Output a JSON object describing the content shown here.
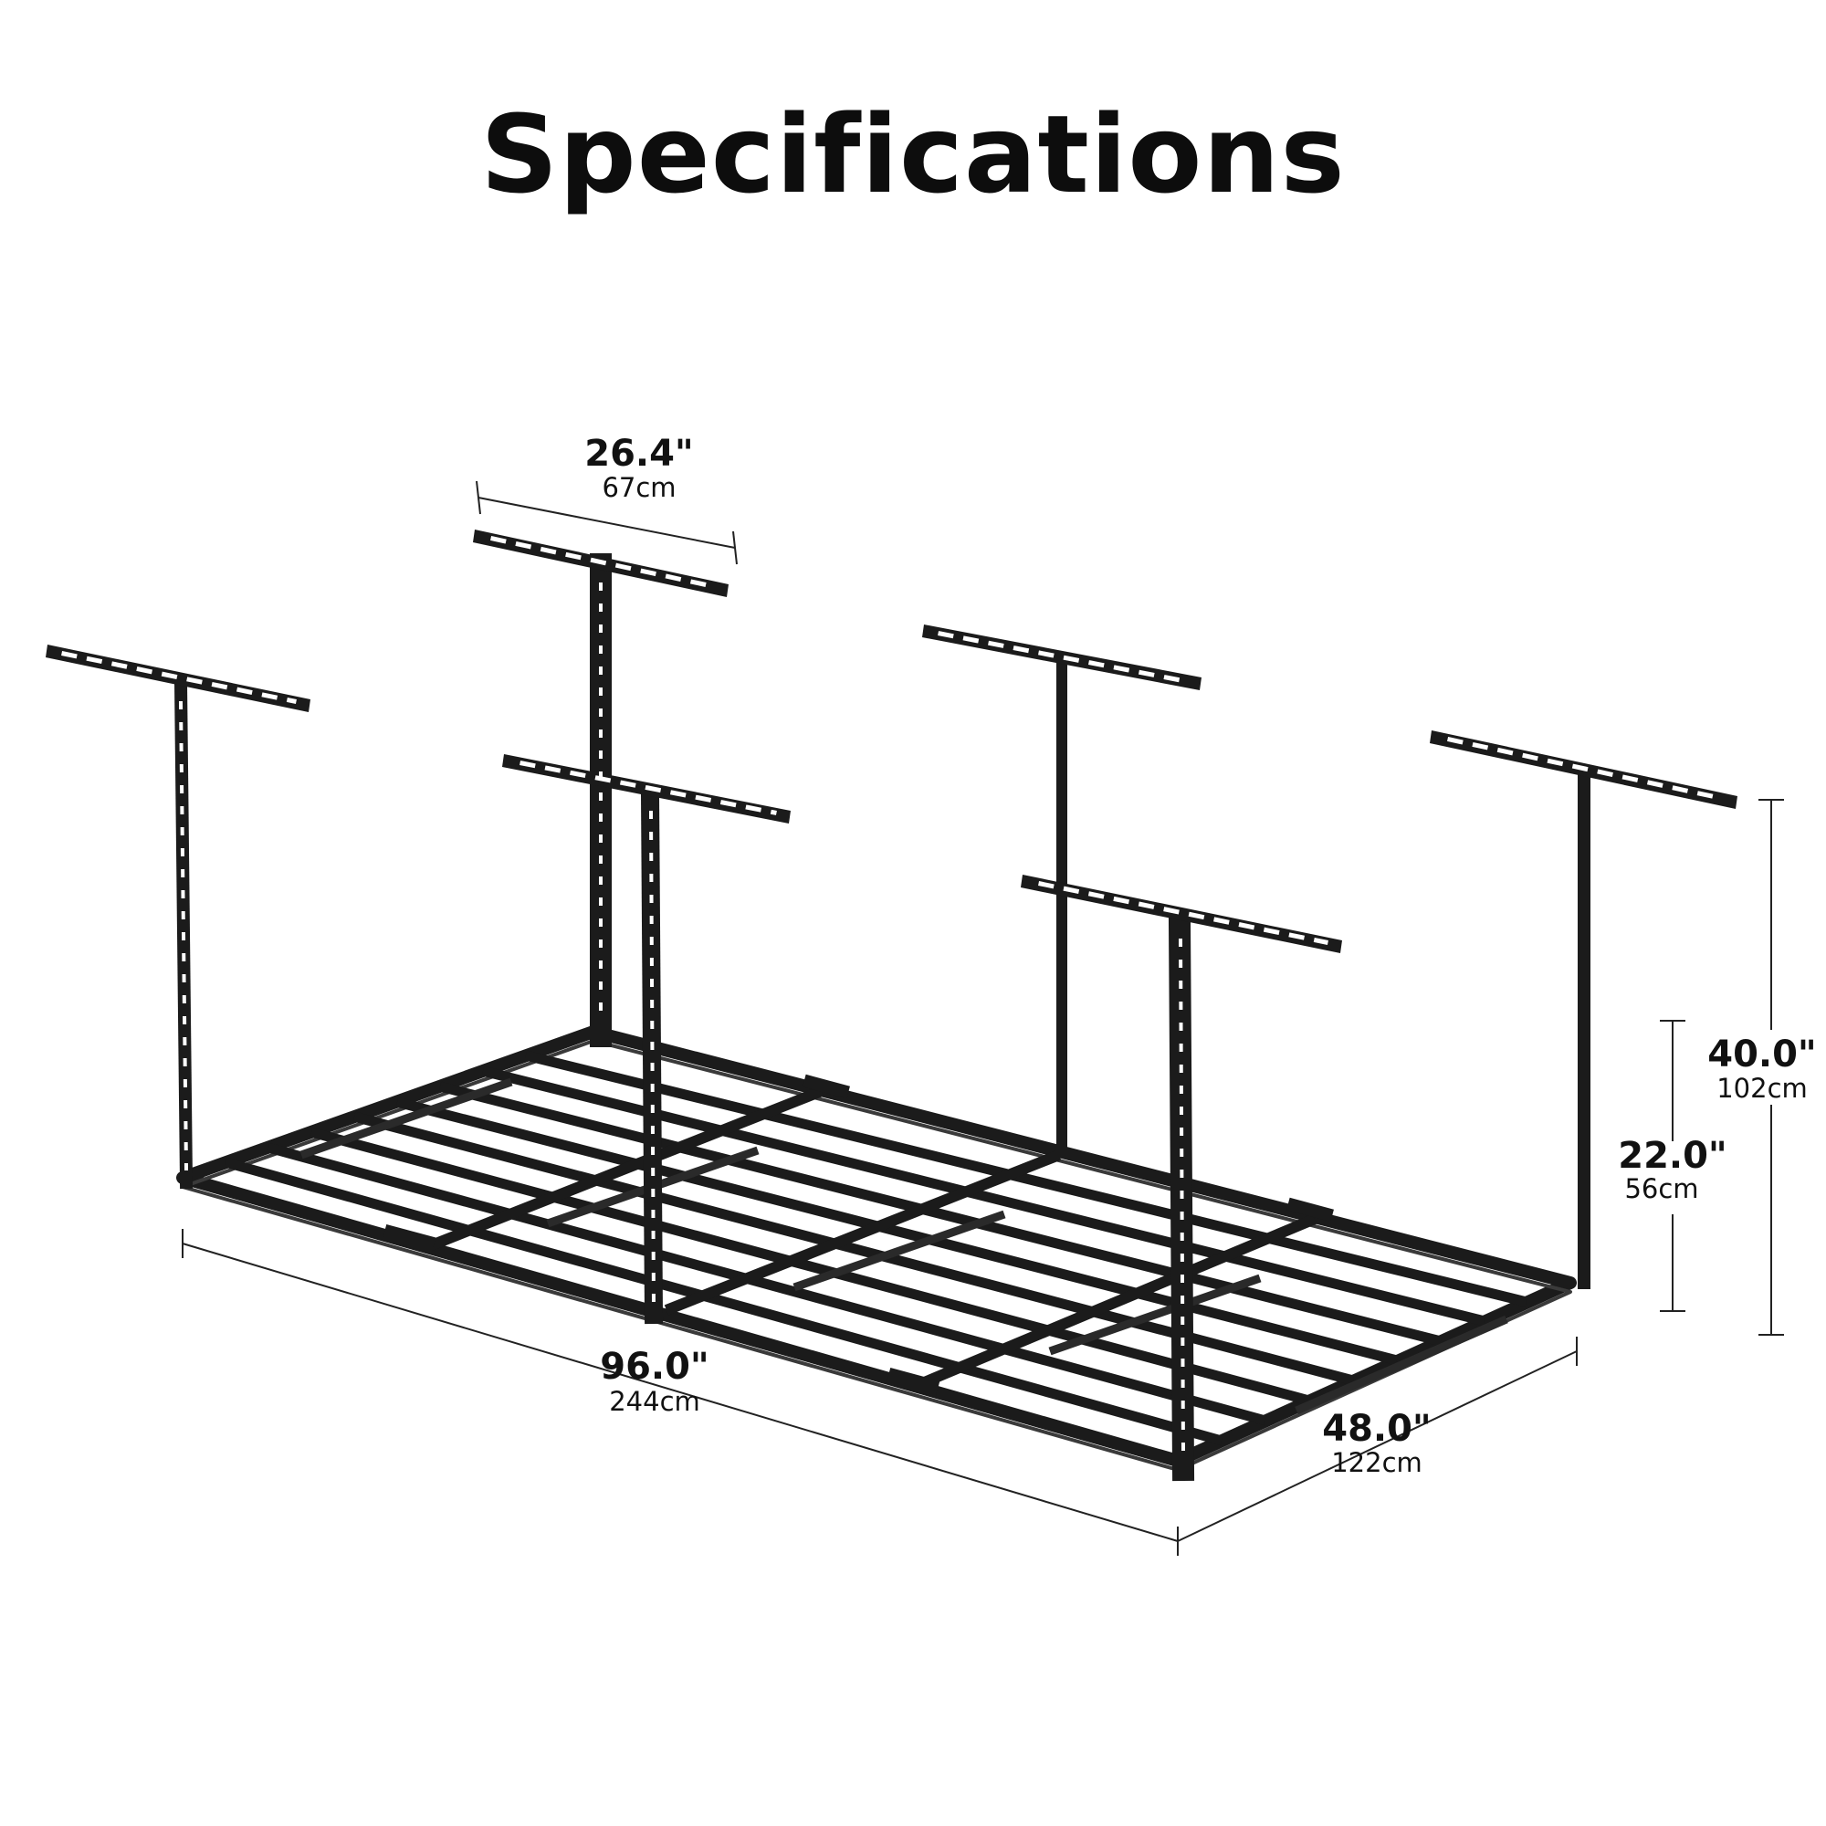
{
  "title": "Specifications",
  "dimensions": {
    "bracket_width": {
      "inches": "26.4\"",
      "cm": "67cm"
    },
    "length": {
      "inches": "96.0\"",
      "cm": "244cm"
    },
    "depth": {
      "inches": "48.0\"",
      "cm": "122cm"
    },
    "min_drop": {
      "inches": "22.0\"",
      "cm": "56cm"
    },
    "max_drop": {
      "inches": "40.0\"",
      "cm": "102cm"
    }
  },
  "colors": {
    "frame": "#1b1b1b",
    "dimension_line": "#222222",
    "background": "#ffffff"
  }
}
